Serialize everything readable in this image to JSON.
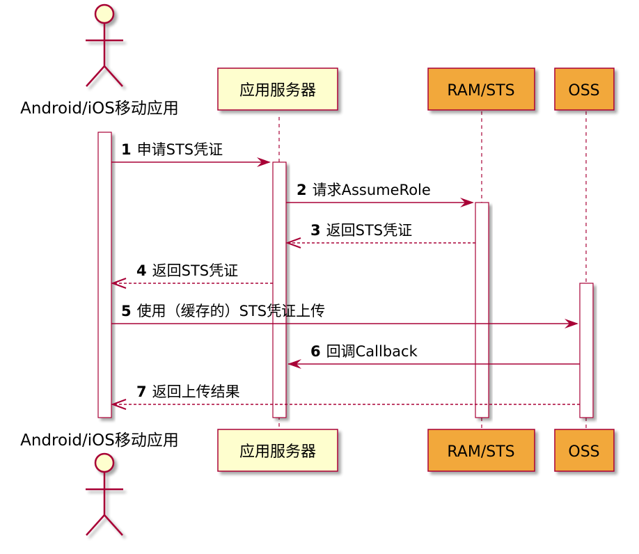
{
  "colors": {
    "line": "#A80036",
    "actor_fill": "#FEFECE",
    "server_fill": "#FEFECE",
    "ext_fill": "#F2A83A",
    "activation_fill": "#FFFFFF",
    "text": "#000000"
  },
  "participants": {
    "mobile": {
      "label": "Android/iOS移动应用",
      "kind": "actor"
    },
    "server": {
      "label": "应用服务器",
      "kind": "participant"
    },
    "ramsts": {
      "label": "RAM/STS",
      "kind": "participant"
    },
    "oss": {
      "label": "OSS",
      "kind": "participant"
    }
  },
  "messages": [
    {
      "num": "1",
      "text": "申请STS凭证",
      "from": "mobile",
      "to": "server",
      "style": "solid"
    },
    {
      "num": "2",
      "text": "请求AssumeRole",
      "from": "server",
      "to": "ramsts",
      "style": "solid"
    },
    {
      "num": "3",
      "text": "返回STS凭证",
      "from": "ramsts",
      "to": "server",
      "style": "dashed"
    },
    {
      "num": "4",
      "text": "返回STS凭证",
      "from": "server",
      "to": "mobile",
      "style": "dashed"
    },
    {
      "num": "5",
      "text": "使用（缓存的）STS凭证上传",
      "from": "mobile",
      "to": "oss",
      "style": "solid"
    },
    {
      "num": "6",
      "text": "回调Callback",
      "from": "oss",
      "to": "server",
      "style": "solid"
    },
    {
      "num": "7",
      "text": "返回上传结果",
      "from": "oss",
      "to": "mobile",
      "style": "dashed"
    }
  ]
}
